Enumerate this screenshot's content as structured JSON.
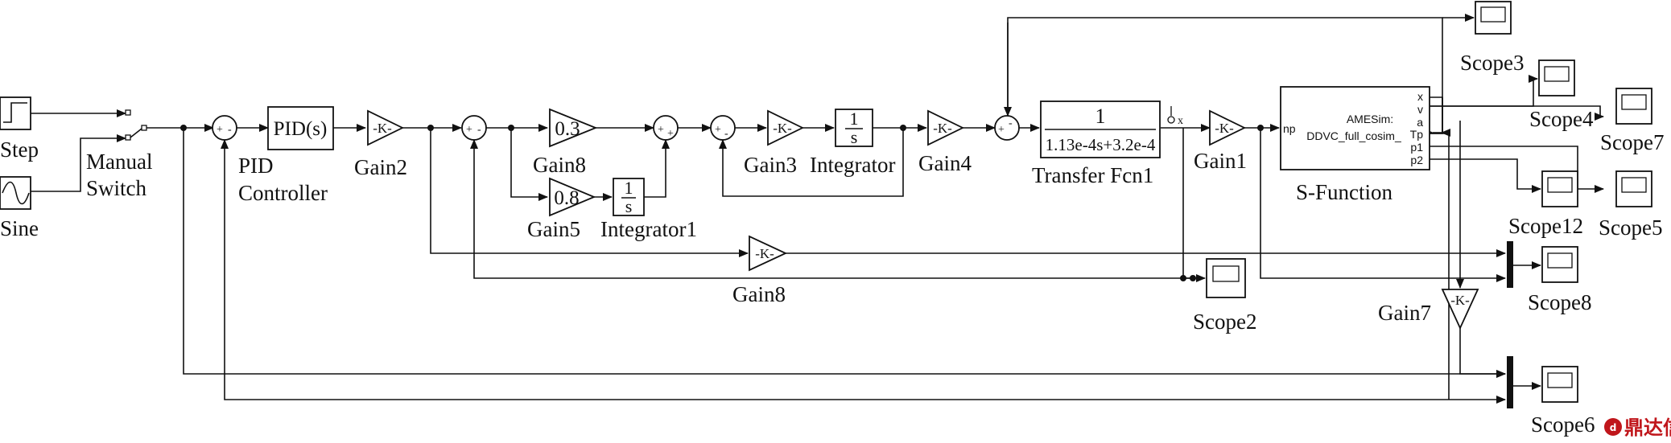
{
  "sources": {
    "step": "Step",
    "sine": "Sine"
  },
  "switch": {
    "line1": "Manual",
    "line2": "Switch"
  },
  "pid": {
    "inner": "PID(s)",
    "line1": "PID",
    "line2": "Controller"
  },
  "gains": {
    "gain2": {
      "inner": "-K-",
      "label": "Gain2"
    },
    "gain8a": {
      "inner": "0.3",
      "label": "Gain8"
    },
    "gain5": {
      "inner": "0.8",
      "label": "Gain5"
    },
    "gain3": {
      "inner": "-K-",
      "label": "Gain3"
    },
    "gain4": {
      "inner": "-K-",
      "label": "Gain4"
    },
    "gain1": {
      "inner": "-K-",
      "label": "Gain1"
    },
    "gain8b": {
      "inner": "-K-",
      "label": "Gain8"
    },
    "gain7": {
      "inner": "-K-",
      "label": "Gain7"
    }
  },
  "integrators": {
    "integrator": {
      "num": "1",
      "den": "s",
      "label": "Integrator"
    },
    "integrator1": {
      "num": "1",
      "den": "s",
      "label": "Integrator1"
    }
  },
  "transfer": {
    "num": "1",
    "den": "1.13e-4s+3.2e-4",
    "label": "Transfer Fcn1"
  },
  "goto_tag": "x",
  "sfunction": {
    "line1": "AMESim:",
    "line2": "DDVC_full_cosim_",
    "input": "np",
    "outputs": [
      "x",
      "v",
      "a",
      "Tp",
      "p1",
      "p2"
    ],
    "label": "S-Function"
  },
  "sums": {
    "s1": [
      "+",
      "-"
    ],
    "s2": [
      "+",
      "-"
    ],
    "s3": [
      "+",
      "+"
    ],
    "s4": [
      "+",
      "-"
    ],
    "s5": [
      "+",
      "-"
    ]
  },
  "scopes": [
    "Scope3",
    "Scope4",
    "Scope7",
    "Scope12",
    "Scope5",
    "Scope8",
    "Scope2",
    "Scope6"
  ],
  "watermark": "鼎达信",
  "colors": {
    "watermark": "#c0161b"
  }
}
